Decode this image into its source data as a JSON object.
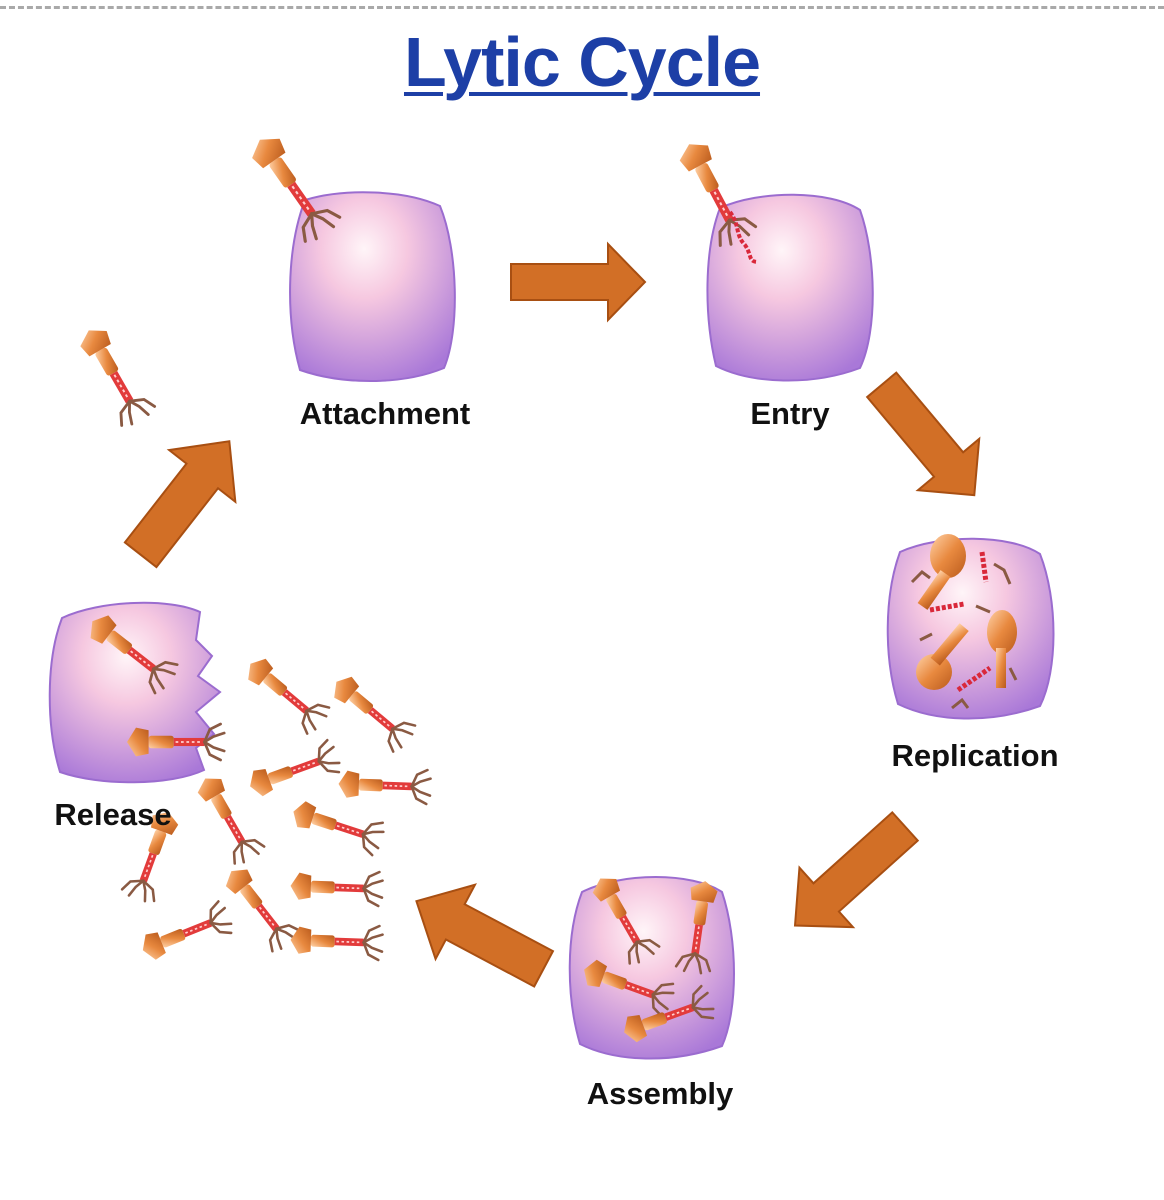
{
  "title": "Lytic Cycle",
  "stages": [
    {
      "id": "attachment",
      "label": "Attachment"
    },
    {
      "id": "entry",
      "label": "Entry"
    },
    {
      "id": "replication",
      "label": "Replication"
    },
    {
      "id": "assembly",
      "label": "Assembly"
    },
    {
      "id": "release",
      "label": "Release"
    }
  ],
  "colors": {
    "title": "#1d3fa6",
    "arrow": "#d26f26",
    "cell_edge": "#a978d8",
    "cell_center": "#fde6ef",
    "phage_head": "#e3823a",
    "phage_tail": "#e23b3b",
    "phage_fibers": "#8a5a43",
    "dna": "#d9283a"
  },
  "icons": [
    "bacterial-cell",
    "bacteriophage",
    "viral-dna",
    "cycle-arrow"
  ]
}
